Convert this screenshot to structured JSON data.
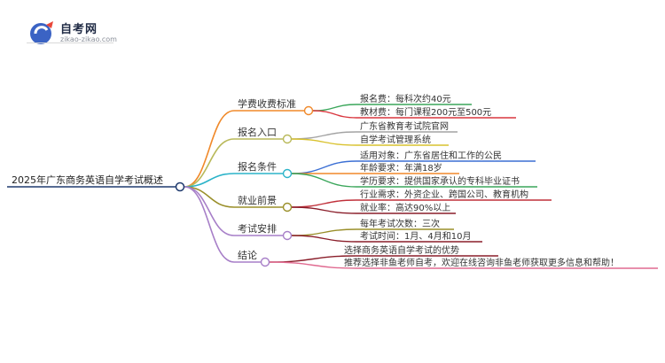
{
  "logo": {
    "name": "自考网",
    "domain": "zikao-zikao.com"
  },
  "mindmap": {
    "root": "2025年广东商务英语自学考试概述",
    "branches": [
      {
        "label": "学费收费标准",
        "color": "#f0892a",
        "children": [
          {
            "label": "报名费：每科次约40元",
            "color": "#3aa65a"
          },
          {
            "label": "教材费：每门课程200元至500元",
            "color": "#d9363e"
          }
        ]
      },
      {
        "label": "报名入口",
        "color": "#b9b95a",
        "children": [
          {
            "label": "广东省教育考试院官网",
            "color": "#a3a3a3"
          },
          {
            "label": "自学考试管理系统",
            "color": "#d9c22e"
          }
        ]
      },
      {
        "label": "报名条件",
        "color": "#2bb3c9",
        "children": [
          {
            "label": "适用对象：广东省居住和工作的公民",
            "color": "#3b6fd4"
          },
          {
            "label": "年龄要求：年满18岁",
            "color": "#f0892a"
          },
          {
            "label": "学历要求：提供国家承认的专科毕业证书",
            "color": "#3aa65a"
          }
        ]
      },
      {
        "label": "就业前景",
        "color": "#9a8f2a",
        "children": [
          {
            "label": "行业需求：外资企业、跨国公司、教育机构",
            "color": "#c0303a"
          },
          {
            "label": "就业率：高达90%以上",
            "color": "#8a1e2a"
          }
        ]
      },
      {
        "label": "考试安排",
        "color": "#a77fc8",
        "children": [
          {
            "label": "每年考试次数：三次",
            "color": "#9a8f2a"
          },
          {
            "label": "考试时间：1月、4月和10月",
            "color": "#8a1e2a"
          }
        ]
      },
      {
        "label": "结论",
        "color": "#a77fc8",
        "children": [
          {
            "label": "选择商务英语自学考试的优势",
            "color": "#8a1e2a"
          },
          {
            "label": "推荐选择非鱼老师自考，欢迎在线咨询非鱼老师获取更多信息和帮助！",
            "color": "#e06a90"
          }
        ]
      }
    ]
  }
}
